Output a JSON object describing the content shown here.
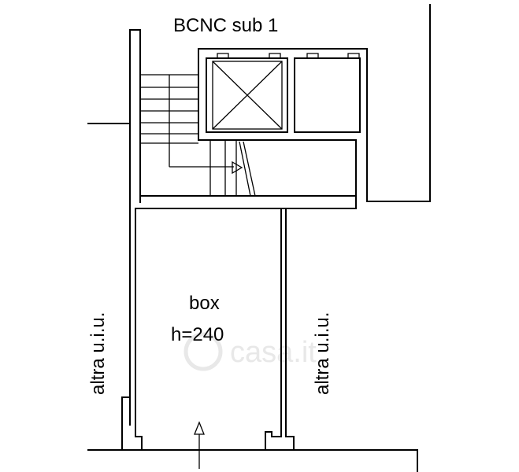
{
  "labels": {
    "title": "BCNC sub 1",
    "room_name": "box",
    "room_height": "h=240",
    "left_neighbor": "altra u.i.u.",
    "right_neighbor": "altra u.i.u."
  },
  "watermark": "casa.it"
}
